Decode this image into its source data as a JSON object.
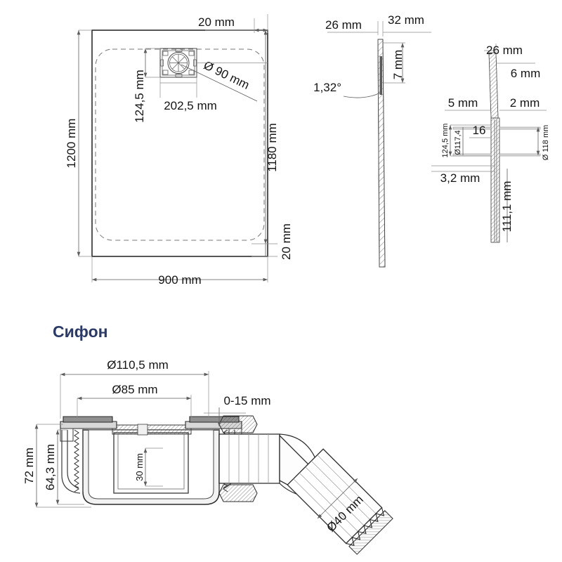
{
  "document": {
    "type": "technical-drawing",
    "subject": "Shower tray with siphon — dimensioned engineering drawing",
    "units": "mm"
  },
  "top_view": {
    "name": "shower-tray-plan-view",
    "dimensions": {
      "overall_height": "1200 mm",
      "overall_width": "900 mm",
      "inner_height": "1180 mm",
      "edge_top": "20 mm",
      "edge_bottom": "20 mm",
      "drain_offset_x": "202,5 mm",
      "drain_offset_y": "124,5 mm",
      "drain_diameter": "Ø 90 mm"
    }
  },
  "side_section_view": {
    "name": "shower-tray-side-section",
    "dimensions": {
      "top_left": "26 mm",
      "top_right": "32 mm",
      "lip_thickness": "7 mm",
      "angle": "1,32°"
    }
  },
  "detail_view": {
    "name": "shower-tray-drain-detail",
    "dimensions": {
      "top_width": "26 mm",
      "flange": "6 mm",
      "left_gap": "5 mm",
      "right_gap": "2 mm",
      "inner_dia": "Ø117,4",
      "bore": "16",
      "outer_dia": "Ø 118 mm",
      "span": "124,5 mm",
      "base_thickness": "3,2 mm",
      "total_depth": "111,1 mm"
    }
  },
  "siphon": {
    "title": "Сифон",
    "title_color": "#2b3a66",
    "dimensions": {
      "outer_diameter": "Ø110,5 mm",
      "inner_diameter": "Ø85 mm",
      "adjust_range": "0-15 mm",
      "total_height": "72 mm",
      "body_height": "64,3 mm",
      "water_seal": "30 mm",
      "outlet_diameter": "Ø40 mm"
    }
  }
}
